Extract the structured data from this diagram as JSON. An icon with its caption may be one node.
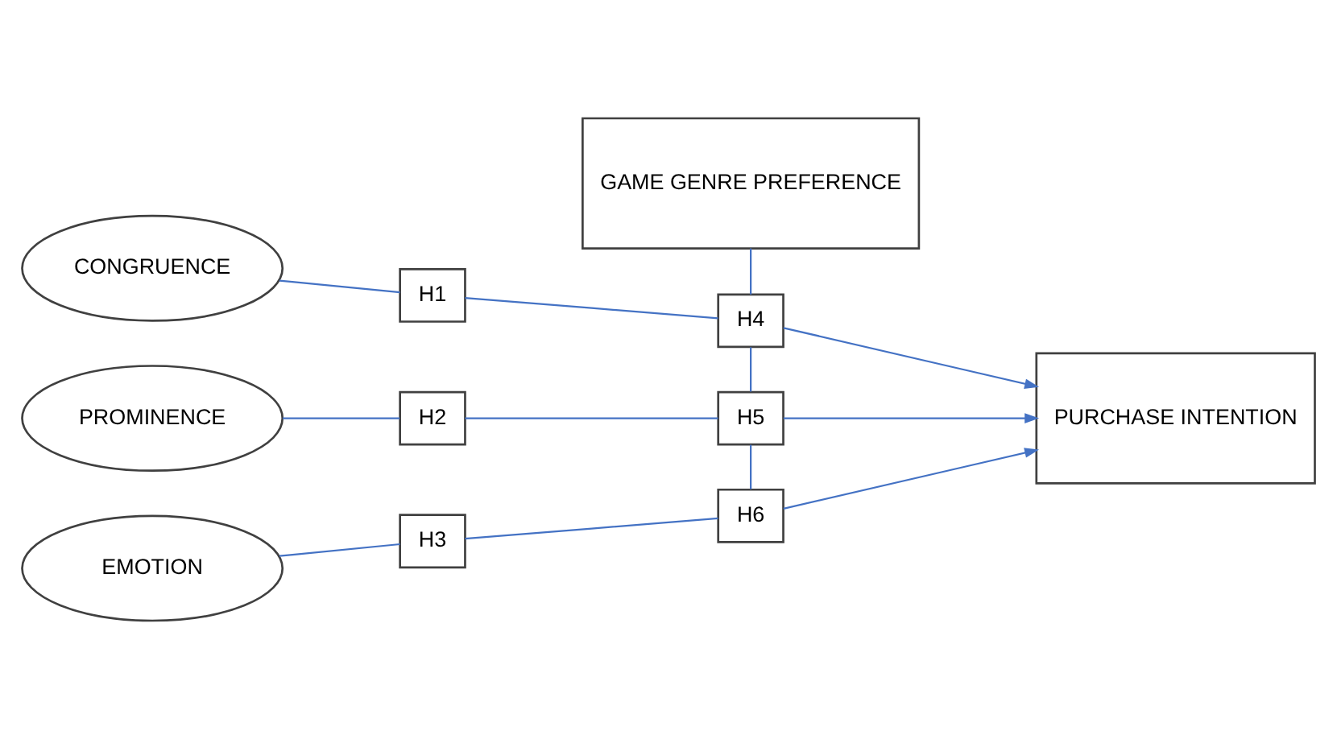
{
  "diagram": {
    "nodes": [
      {
        "text": [
          "GAME GENRE PREFERENCE"
        ]
      },
      {
        "text": [
          "CONGRUENCE"
        ]
      },
      {
        "text": [
          "PROMINENCE"
        ]
      },
      {
        "text": [
          "EMOTION"
        ]
      },
      {
        "text": [
          "H1"
        ]
      },
      {
        "text": [
          "H2"
        ]
      },
      {
        "text": [
          "H3"
        ]
      },
      {
        "text": [
          "H4"
        ]
      },
      {
        "text": [
          "H5"
        ]
      },
      {
        "text": [
          "H6"
        ]
      },
      {
        "text": [
          "PURCHASE INTENTION"
        ]
      }
    ],
    "edges": [
      {
        "from": 1,
        "to": 4,
        "arrow": "none"
      },
      {
        "from": 4,
        "to": 7,
        "arrow": "none"
      },
      {
        "from": 7,
        "to": 10,
        "arrow": "to"
      },
      {
        "from": 2,
        "to": 5,
        "arrow": "none"
      },
      {
        "from": 5,
        "to": 8,
        "arrow": "none"
      },
      {
        "from": 8,
        "to": 10,
        "arrow": "to"
      },
      {
        "from": 3,
        "to": 6,
        "arrow": "none"
      },
      {
        "from": 6,
        "to": 9,
        "arrow": "none"
      },
      {
        "from": 9,
        "to": 10,
        "arrow": "to"
      },
      {
        "from": 0,
        "to": 7,
        "arrow": "none"
      },
      {
        "from": 7,
        "to": 8,
        "arrow": "none"
      },
      {
        "from": 8,
        "to": 9,
        "arrow": "none"
      }
    ]
  }
}
